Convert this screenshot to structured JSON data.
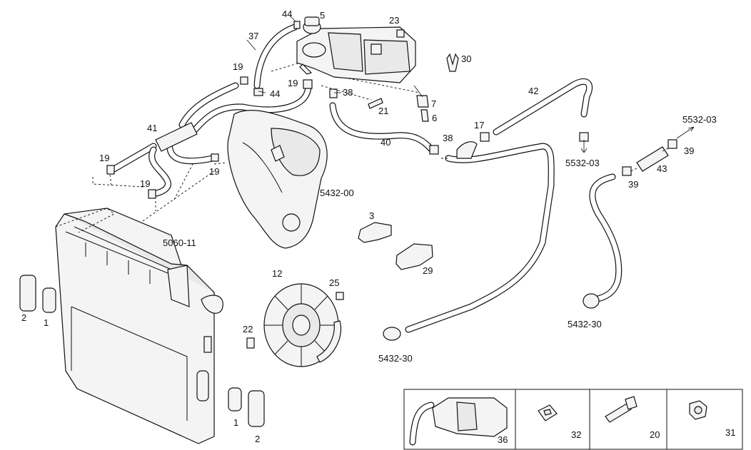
{
  "callouts": {
    "c44a": "44",
    "c5": "5",
    "c23": "23",
    "c37": "37",
    "c30": "30",
    "c19a": "19",
    "c19b": "19",
    "c44b": "44",
    "c38a": "38",
    "c7": "7",
    "c6": "6",
    "c21": "21",
    "c42": "42",
    "c5532a": "5532-03",
    "c41": "41",
    "c40": "40",
    "c17": "17",
    "c38b": "38",
    "c5532b": "5532-03",
    "c39a": "39",
    "c19c": "19",
    "c19d": "19",
    "c43": "43",
    "c19e": "19",
    "c39b": "39",
    "c5432a": "5432-00",
    "c3": "3",
    "c5060": "5060-11",
    "c29": "29",
    "c12": "12",
    "c25": "25",
    "c2a": "2",
    "c1a": "1",
    "c22": "22",
    "c5432b": "5432-30",
    "c5432c": "5432-30",
    "c1b": "1",
    "c2b": "2"
  },
  "inset_panels": [
    {
      "label": "36",
      "icon": "expansion-tank-assembly-icon"
    },
    {
      "label": "32",
      "icon": "washer-icon"
    },
    {
      "label": "20",
      "icon": "bolt-icon"
    },
    {
      "label": "31",
      "icon": "nut-icon"
    }
  ]
}
